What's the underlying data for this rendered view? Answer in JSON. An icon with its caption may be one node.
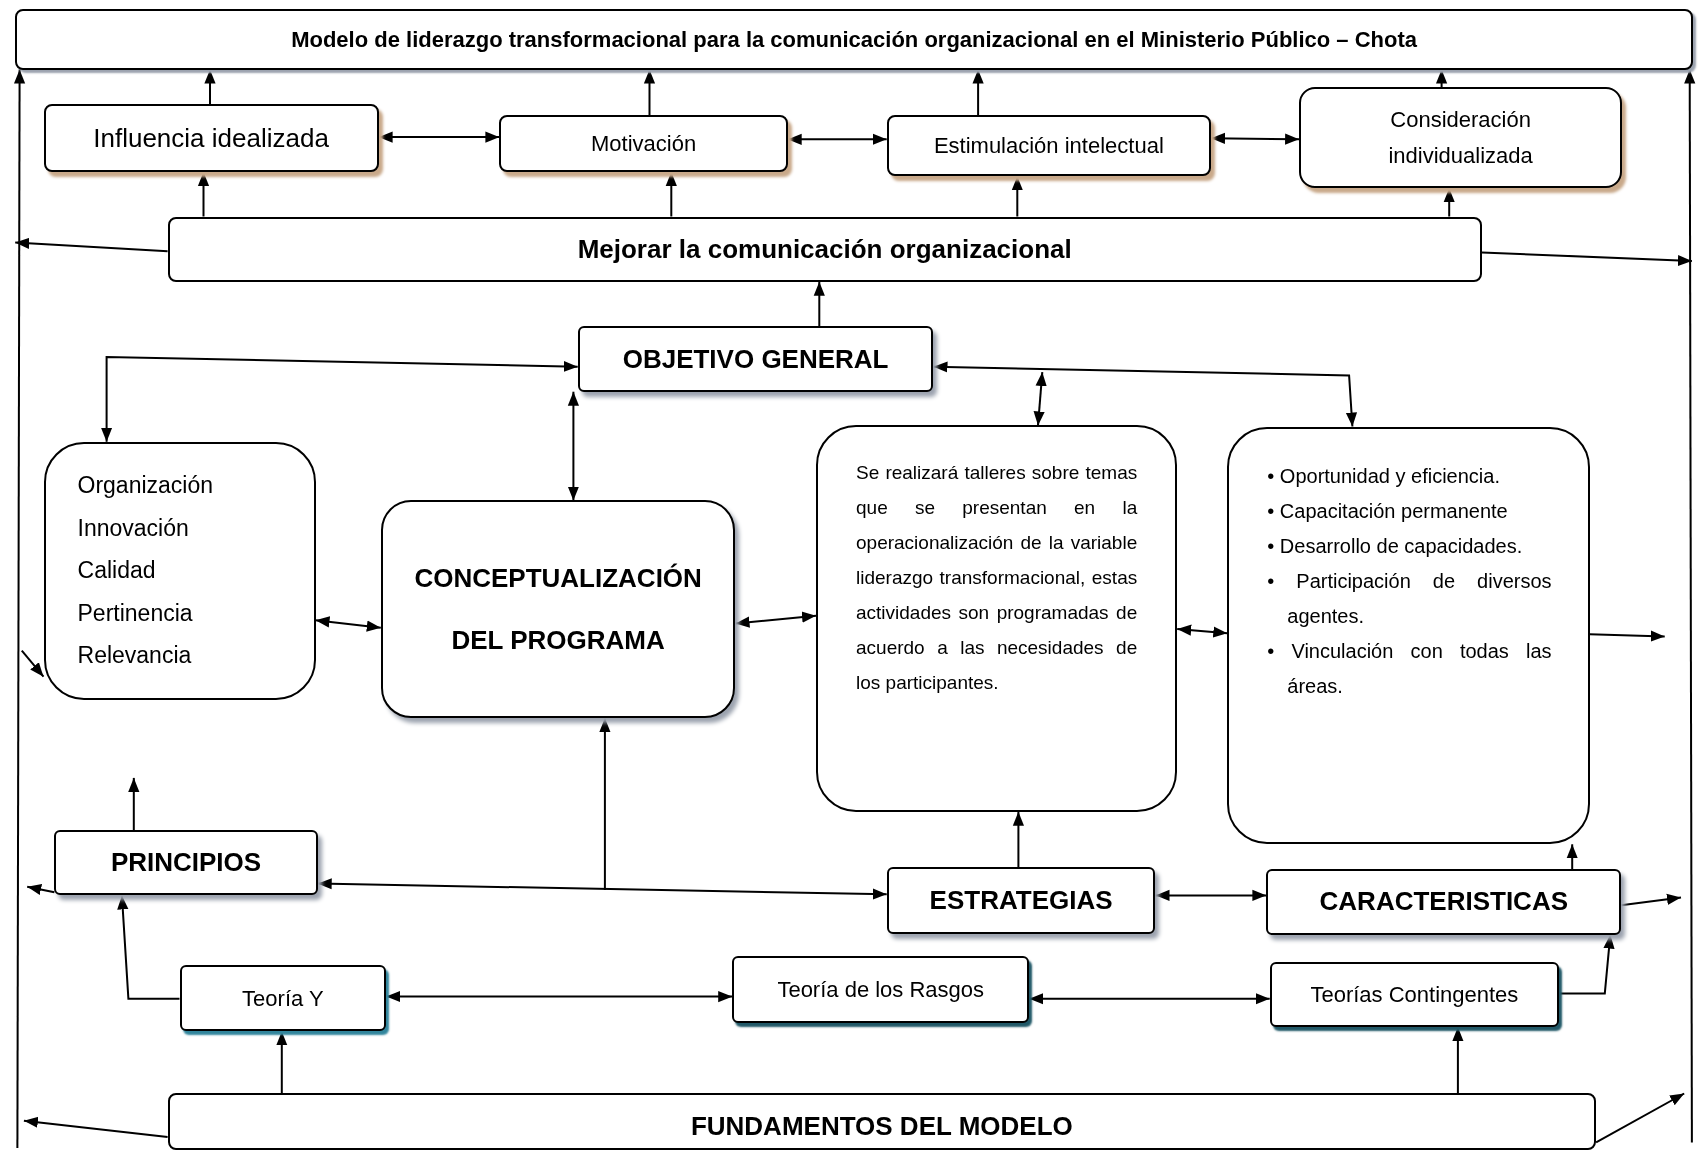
{
  "diagram": {
    "nodes": [
      {
        "text": [
          "Modelo de liderazgo transformacional para la comunicación organizacional en el Ministerio Público – Chota"
        ]
      },
      {
        "text": [
          "Influencia idealizada"
        ]
      },
      {
        "text": [
          "Motivación"
        ]
      },
      {
        "text": [
          "Estimulación intelectual"
        ]
      },
      {
        "text": [
          "Consideración individualizada"
        ]
      },
      {
        "text": [
          "Mejorar la comunicación organizacional"
        ]
      },
      {
        "text": [
          "OBJETIVO GENERAL"
        ]
      },
      {
        "text": [
          "Organización",
          "Innovación",
          "Calidad",
          "Pertinencia",
          "Relevancia"
        ]
      },
      {
        "text": [
          "CONCEPTUALIZACIÓN DEL PROGRAMA"
        ]
      },
      {
        "text": [
          "Se realizará talleres sobre temas que se presentan en la operacionalización de la variable liderazgo transformacional, estas actividades son programadas de acuerdo a las necesidades de los participantes."
        ]
      },
      {
        "text": [
          "• Oportunidad y eficiencia.",
          "• Capacitación permanente",
          "• Desarrollo de capacidades.",
          "• Participación de diversos agentes.",
          "• Vinculación con todas las áreas."
        ]
      },
      {
        "text": [
          "PRINCIPIOS"
        ]
      },
      {
        "text": [
          "ESTRATEGIAS"
        ]
      },
      {
        "text": [
          "CARACTERISTICAS"
        ]
      },
      {
        "text": [
          "Teoría Y"
        ]
      },
      {
        "text": [
          "Teoría de los Rasgos"
        ]
      },
      {
        "text": [
          "Teorías Contingentes"
        ]
      },
      {
        "text": [
          "FUNDAMENTOS DEL MODELO"
        ]
      }
    ],
    "edges": [
      {
        "from": 1,
        "to": 0,
        "arrow": "to"
      },
      {
        "from": 2,
        "to": 0,
        "arrow": "to"
      },
      {
        "from": 3,
        "to": 0,
        "arrow": "to"
      },
      {
        "from": 4,
        "to": 0,
        "arrow": "to"
      },
      {
        "from": 1,
        "to": 2,
        "arrow": "both"
      },
      {
        "from": 2,
        "to": 3,
        "arrow": "both"
      },
      {
        "from": 3,
        "to": 4,
        "arrow": "both"
      },
      {
        "from": 5,
        "to": 1,
        "arrow": "to"
      },
      {
        "from": 5,
        "to": 2,
        "arrow": "to"
      },
      {
        "from": 5,
        "to": 3,
        "arrow": "to"
      },
      {
        "from": 5,
        "to": 4,
        "arrow": "to"
      },
      {
        "from": 5,
        "to": null,
        "arrow": "to"
      },
      {
        "from": 5,
        "to": null,
        "arrow": "to"
      },
      {
        "from": 6,
        "to": 5,
        "arrow": "to"
      },
      {
        "from": 7,
        "to": 6,
        "arrow": "both"
      },
      {
        "from": 6,
        "to": 8,
        "arrow": "both"
      },
      {
        "from": 6,
        "to": 10,
        "arrow": "both"
      },
      {
        "from": null,
        "to": 9,
        "arrow": "both"
      },
      {
        "from": 7,
        "to": 8,
        "arrow": "both"
      },
      {
        "from": 8,
        "to": 9,
        "arrow": "both"
      },
      {
        "from": 9,
        "to": 10,
        "arrow": "both"
      },
      {
        "from": 10,
        "to": null,
        "arrow": "to"
      },
      {
        "from": null,
        "to": 7,
        "arrow": "to"
      },
      {
        "from": 11,
        "to": null,
        "arrow": "to"
      },
      {
        "from": 11,
        "to": null,
        "arrow": "to"
      },
      {
        "from": 11,
        "to": 12,
        "arrow": "both"
      },
      {
        "from": null,
        "to": 8,
        "arrow": "to"
      },
      {
        "from": 12,
        "to": 9,
        "arrow": "to"
      },
      {
        "from": 12,
        "to": 13,
        "arrow": "both"
      },
      {
        "from": 13,
        "to": 10,
        "arrow": "to"
      },
      {
        "from": 13,
        "to": null,
        "arrow": "to"
      },
      {
        "from": 14,
        "to": 11,
        "arrow": "to"
      },
      {
        "from": 14,
        "to": 15,
        "arrow": "both"
      },
      {
        "from": 15,
        "to": 16,
        "arrow": "both"
      },
      {
        "from": 16,
        "to": 13,
        "arrow": "to"
      },
      {
        "from": 17,
        "to": 14,
        "arrow": "to"
      },
      {
        "from": 17,
        "to": 16,
        "arrow": "to"
      },
      {
        "from": 17,
        "to": null,
        "arrow": "to"
      },
      {
        "from": 17,
        "to": null,
        "arrow": "to"
      },
      {
        "from": null,
        "to": 0,
        "arrow": "to"
      },
      {
        "from": null,
        "to": 0,
        "arrow": "to"
      }
    ]
  }
}
